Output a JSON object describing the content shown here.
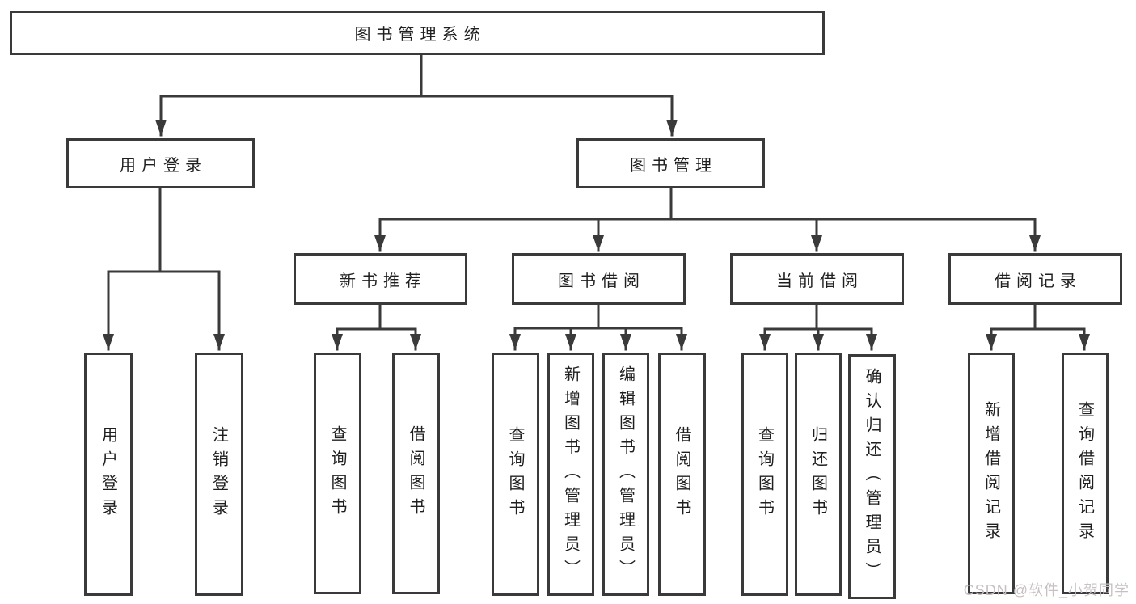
{
  "diagram": {
    "type": "tree",
    "colors": {
      "background": "#ffffff",
      "line": "#3a3a3a",
      "text": "#1f1f1f",
      "watermark_text": "#c7c1c1"
    },
    "root": {
      "label": "图书管理系统"
    },
    "branches": {
      "user_login": {
        "label": "用户登录",
        "leaves": [
          {
            "label": "用户登录"
          },
          {
            "label": "注销登录"
          }
        ]
      },
      "book_mgmt": {
        "label": "图书管理",
        "groups": [
          {
            "label": "新书推荐",
            "leaves": [
              {
                "label": "查询图书"
              },
              {
                "label": "借阅图书"
              }
            ]
          },
          {
            "label": "图书借阅",
            "leaves": [
              {
                "label": "查询图书"
              },
              {
                "label": "新增图书（管理员）"
              },
              {
                "label": "编辑图书（管理员）"
              },
              {
                "label": "借阅图书"
              }
            ]
          },
          {
            "label": "当前借阅",
            "leaves": [
              {
                "label": "查询图书"
              },
              {
                "label": "归还图书"
              },
              {
                "label": "确认归还（管理员）"
              }
            ]
          },
          {
            "label": "借阅记录",
            "leaves": [
              {
                "label": "新增借阅记录"
              },
              {
                "label": "查询借阅记录"
              }
            ]
          }
        ]
      }
    },
    "watermark": {
      "text": "CSDN @软件_小贺同学"
    }
  }
}
